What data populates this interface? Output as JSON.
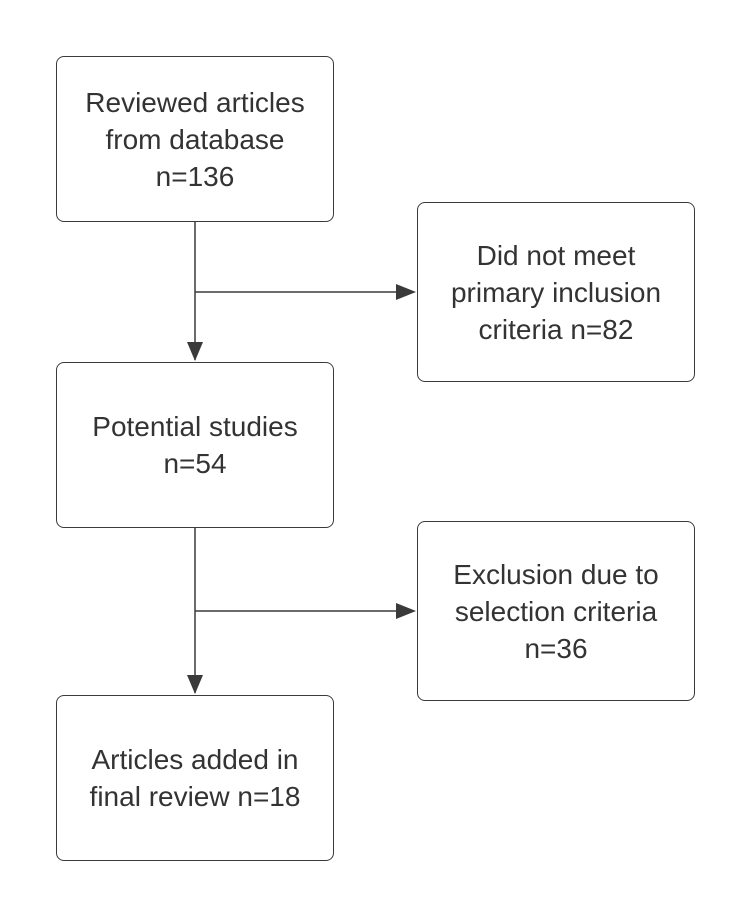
{
  "flowchart": {
    "nodes": {
      "reviewed": "Reviewed articles\nfrom database\nn=136",
      "not_meet": "Did not meet\nprimary inclusion\ncriteria n=82",
      "potential": "Potential studies\nn=54",
      "exclusion": "Exclusion due to\nselection criteria\nn=36",
      "final": "Articles added in\nfinal review n=18"
    }
  },
  "colors": {
    "line": "#3a3a3a",
    "text": "#333333",
    "background": "#ffffff"
  }
}
